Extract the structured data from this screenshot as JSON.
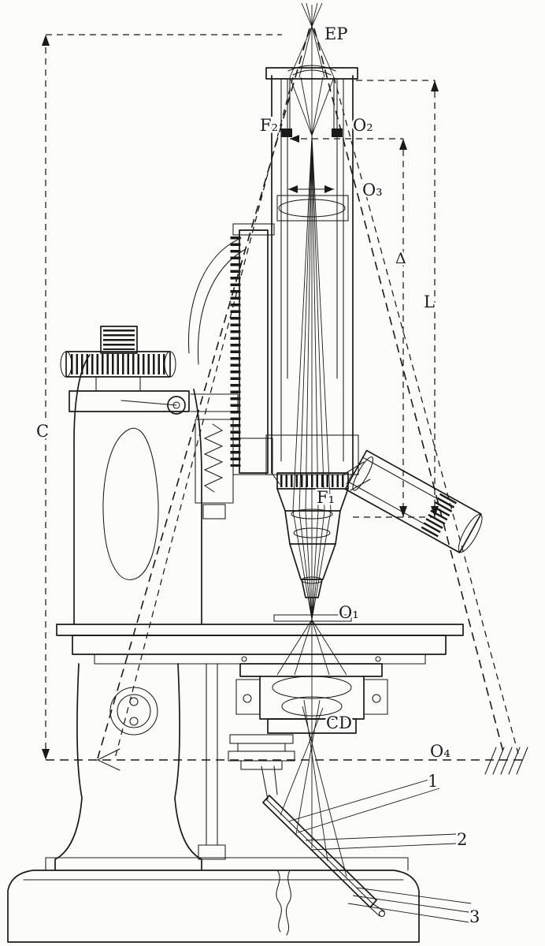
{
  "figure": {
    "kind": "engraved line diagram",
    "subject": "Compound microscope in section with optical ray paths",
    "ink": "#1a1a1a",
    "paper": "#fcfcfa"
  },
  "labels": {
    "ep": "EP",
    "f2": "F₂",
    "o2": "O₂",
    "o3": "O₃",
    "delta": "Δ",
    "l": "L",
    "c": "C",
    "f1": "F₁",
    "o1": "O₁",
    "cd": "CD",
    "o4": "O₄",
    "ray1": "1",
    "ray2": "2",
    "ray3": "3"
  }
}
